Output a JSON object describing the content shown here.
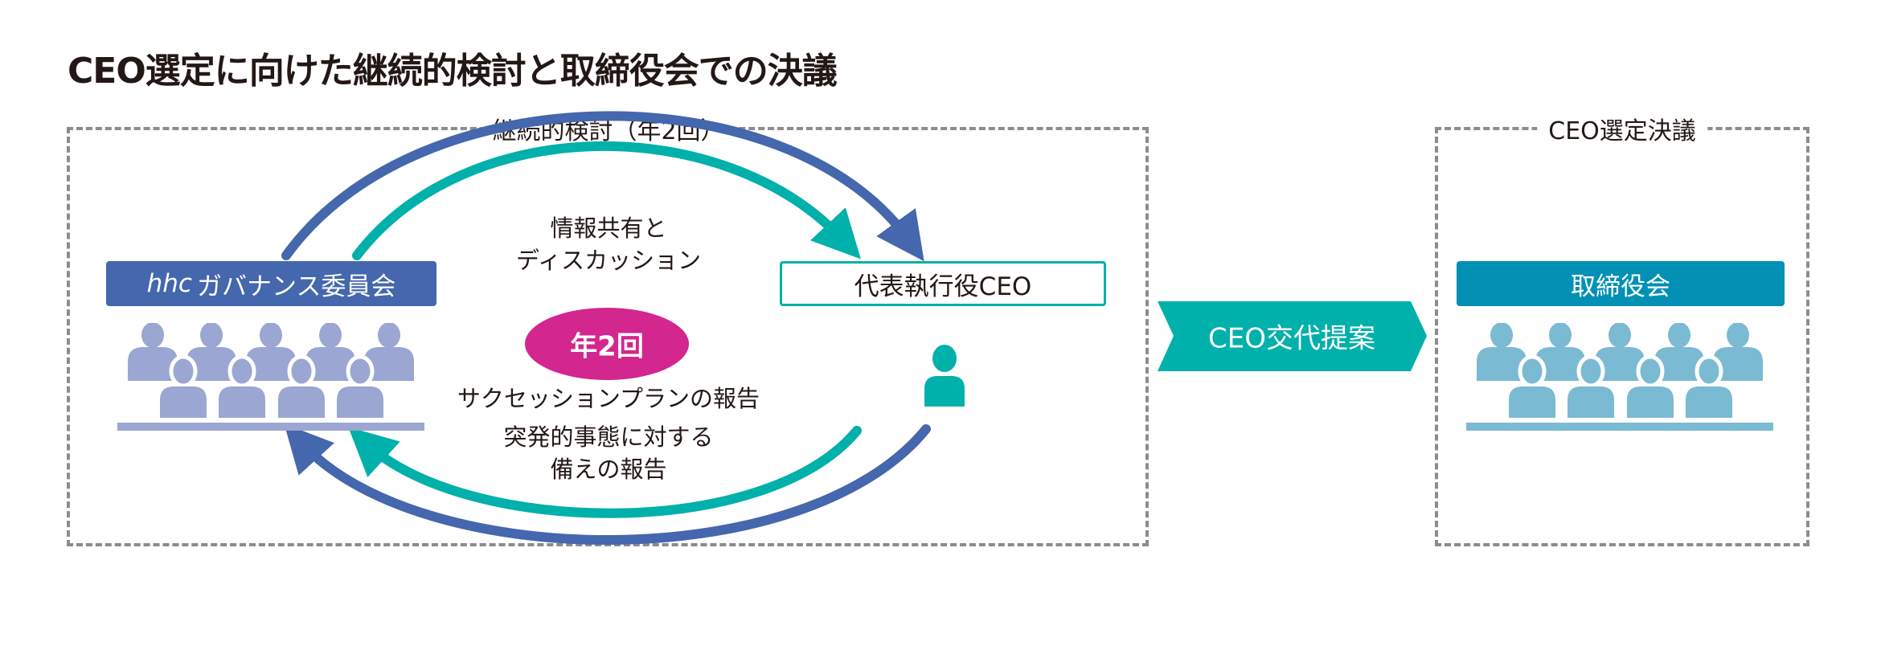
{
  "title": "CEO選定に向けた継続的検討と取締役会での決議",
  "left_section": {
    "label": "継続的検討（年2回）",
    "committee_label_prefix": "hhc",
    "committee_label": "ガバナンス委員会",
    "ceo_label": "代表執行役CEO",
    "top_text_line1": "情報共有と",
    "top_text_line2": "ディスカッション",
    "frequency_badge": "年2回",
    "bottom_text_line1": "サクセッションプランの報告",
    "bottom_text_line2": "突発的事態に対する",
    "bottom_text_line3": "備えの報告"
  },
  "proposal_arrow": "CEO交代提案",
  "right_section": {
    "label": "CEO選定決議",
    "board_label": "取締役会"
  },
  "colors": {
    "blue": "#4467ad",
    "teal": "#00b0aa",
    "magenta": "#d3268e",
    "board": "#0290b4",
    "people_left": "#9ba6d2",
    "people_right": "#7bbad3",
    "dash": "#8c8c8c"
  }
}
